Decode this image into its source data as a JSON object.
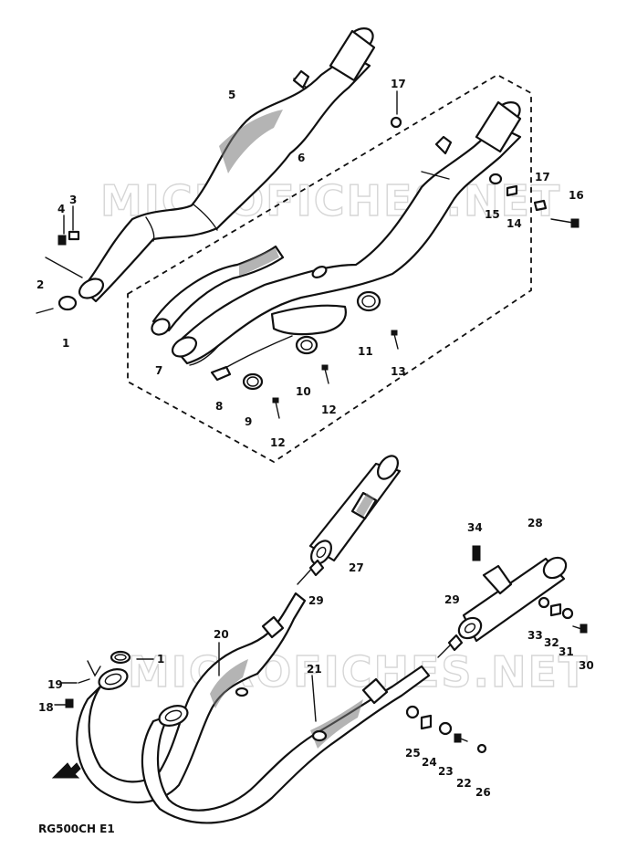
{
  "watermark": "MICROFICHES.NET",
  "diagram_code": "RG500CH E1",
  "labels": {
    "l1a": "1",
    "l2": "2",
    "l3": "3",
    "l4": "4",
    "l5": "5",
    "l6": "6",
    "l7": "7",
    "l8": "8",
    "l9": "9",
    "l10": "10",
    "l11": "11",
    "l12a": "12",
    "l12b": "12",
    "l13": "13",
    "l14": "14",
    "l15": "15",
    "l16": "16",
    "l17a": "17",
    "l17b": "17",
    "l1b": "1",
    "l18": "18",
    "l19": "19",
    "l20": "20",
    "l21": "21",
    "l22": "22",
    "l23": "23",
    "l24": "24",
    "l25": "25",
    "l26": "26",
    "l27": "27",
    "l28": "28",
    "l29a": "29",
    "l29b": "29",
    "l30": "30",
    "l31": "31",
    "l32": "32",
    "l33": "33",
    "l34": "34"
  }
}
